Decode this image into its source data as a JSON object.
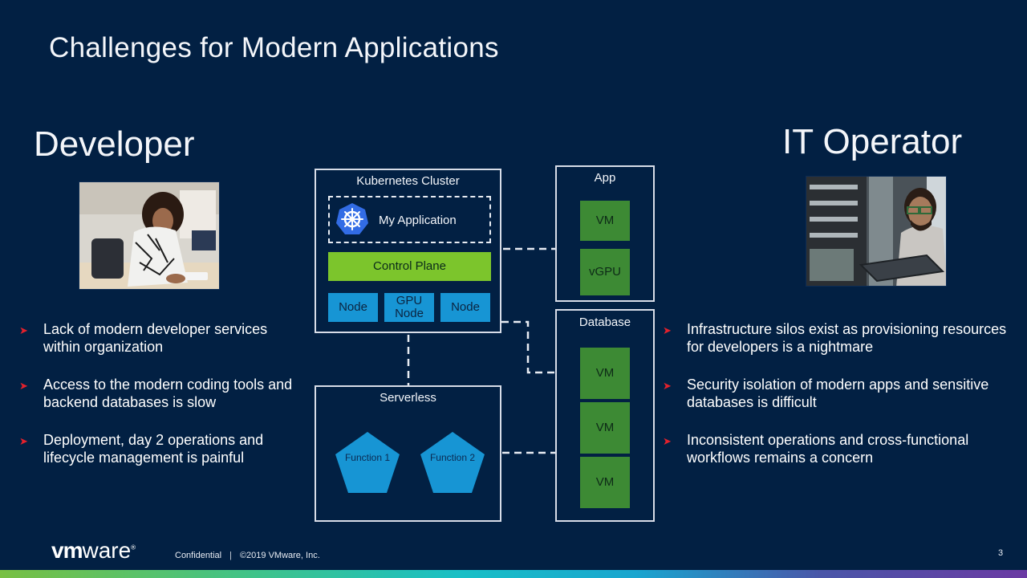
{
  "slide": {
    "title": "Challenges for Modern Applications",
    "page_number": "3"
  },
  "developer": {
    "label": "Developer",
    "photo_alt": "Developer sitting at desk",
    "bullets": [
      "Lack of modern developer services within organization",
      "Access to the modern coding tools and backend databases is slow",
      "Deployment, day 2 operations and lifecycle management is painful"
    ]
  },
  "operator": {
    "label": "IT Operator",
    "photo_alt": "IT operator with tablet in data center",
    "bullets": [
      "Infrastructure silos exist as provisioning resources for developers is a nightmare",
      "Security isolation of modern apps and sensitive databases is difficult",
      "Inconsistent operations and cross-functional workflows remains a concern"
    ]
  },
  "diagram": {
    "kubernetes": {
      "title": "Kubernetes Cluster",
      "app_label": "My Application",
      "app_icon": "kubernetes-helm-icon",
      "control_plane": "Control Plane",
      "nodes": [
        "Node",
        "GPU Node",
        "Node"
      ]
    },
    "app": {
      "title": "App",
      "items": [
        "VM",
        "vGPU"
      ]
    },
    "database": {
      "title": "Database",
      "items": [
        "VM",
        "VM",
        "VM"
      ]
    },
    "serverless": {
      "title": "Serverless",
      "functions": [
        "Function 1",
        "Function 2"
      ]
    }
  },
  "footer": {
    "logo_bold": "vm",
    "logo_rest": "ware",
    "logo_mark": "®",
    "confidential": "Confidential",
    "separator": "|",
    "copyright": "©2019 VMware, Inc."
  },
  "colors": {
    "background": "#022043",
    "bullet_arrow": "#e4212c",
    "control_plane": "#7cc52c",
    "node": "#1795d4",
    "vm": "#3d8a34",
    "function": "#1795d4",
    "kubernetes_icon": "#326ce5"
  }
}
